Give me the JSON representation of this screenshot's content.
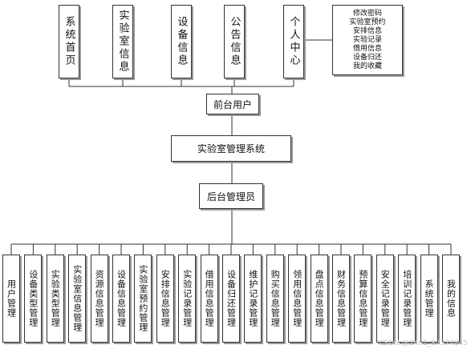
{
  "diagram": {
    "top_modules": [
      "系统首页",
      "实验室信息",
      "设备信息",
      "公告信息",
      "个人中心"
    ],
    "personal_center_items": [
      "修改密码",
      "实验室预约",
      "安排信息",
      "实验记录",
      "借用信息",
      "设备归还",
      "我的收藏"
    ],
    "front_user": "前台用户",
    "system": "实验室管理系统",
    "admin": "后台管理员",
    "admin_modules": [
      "用户管理",
      "设备类型管理",
      "实验类型管理",
      "实验室信息管理",
      "资源信息管理",
      "设备信息管理",
      "实验室预约管理",
      "安排信息管理",
      "实验记录管理",
      "借用信息管理",
      "设备归还管理",
      "维护记录管理",
      "购买信息管理",
      "领用信息管理",
      "盘点信息管理",
      "财务信息管理",
      "预算信息管理",
      "安全记录管理",
      "培训记录管理",
      "系统管理",
      "我的信息"
    ],
    "watermark": "CSDN @2401_87374845"
  }
}
